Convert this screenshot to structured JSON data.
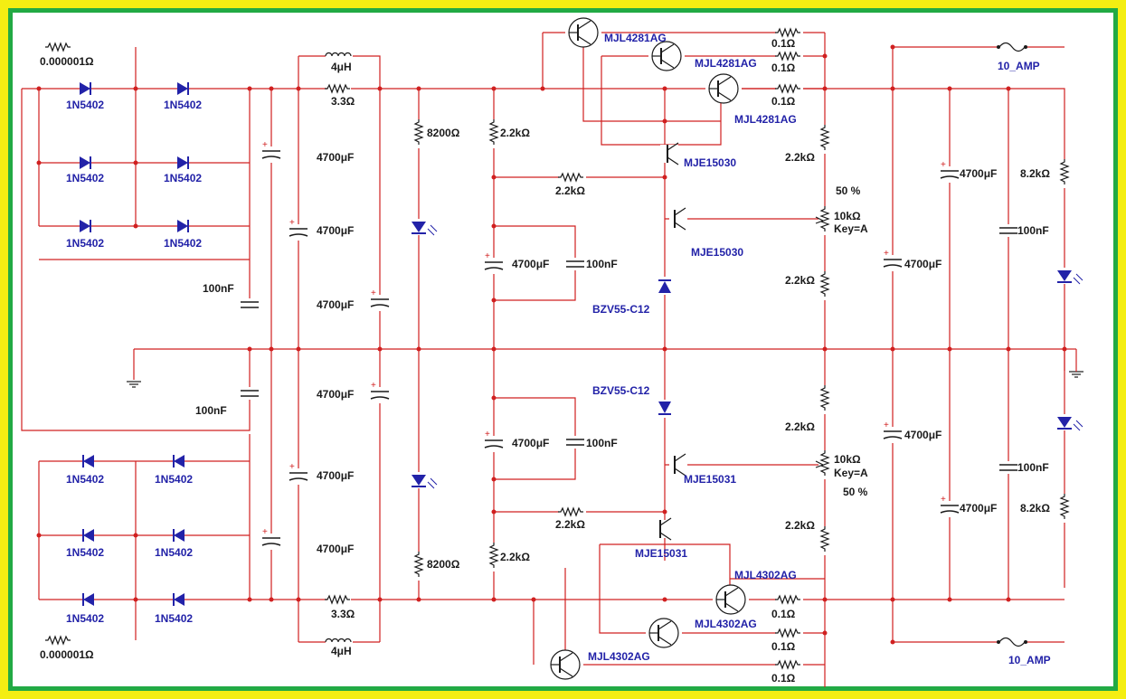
{
  "colors": {
    "wire": "#d02020",
    "component": "#1a1a1a",
    "semiconductor": "#2222a8",
    "outer_border": "#f4ee12",
    "inner_border": "#22aa44",
    "background": "#ffffff"
  },
  "labels": {
    "r_top_sense": "0.000001Ω",
    "r_bot_sense": "0.000001Ω",
    "diode": "1N5402",
    "l_top": "4μH",
    "l_bot": "4μH",
    "r33_top": "3.3Ω",
    "r33_bot": "3.3Ω",
    "cap_4700": "4700μF",
    "cap_100n": "100nF",
    "r8200_top": "8200Ω",
    "r8200_bot": "8200Ω",
    "r22k": "2.2kΩ",
    "r82k": "8.2kΩ",
    "r01": "0.1Ω",
    "q_mjl4281": "MJL4281AG",
    "q_mjl4302": "MJL4302AG",
    "q_mje15030": "MJE15030",
    "q_mje15031": "MJE15031",
    "zener": "BZV55-C12",
    "pot": "10kΩ",
    "pot_key": "Key=A",
    "pot_pct": "50 %",
    "fuse": "10_AMP"
  }
}
